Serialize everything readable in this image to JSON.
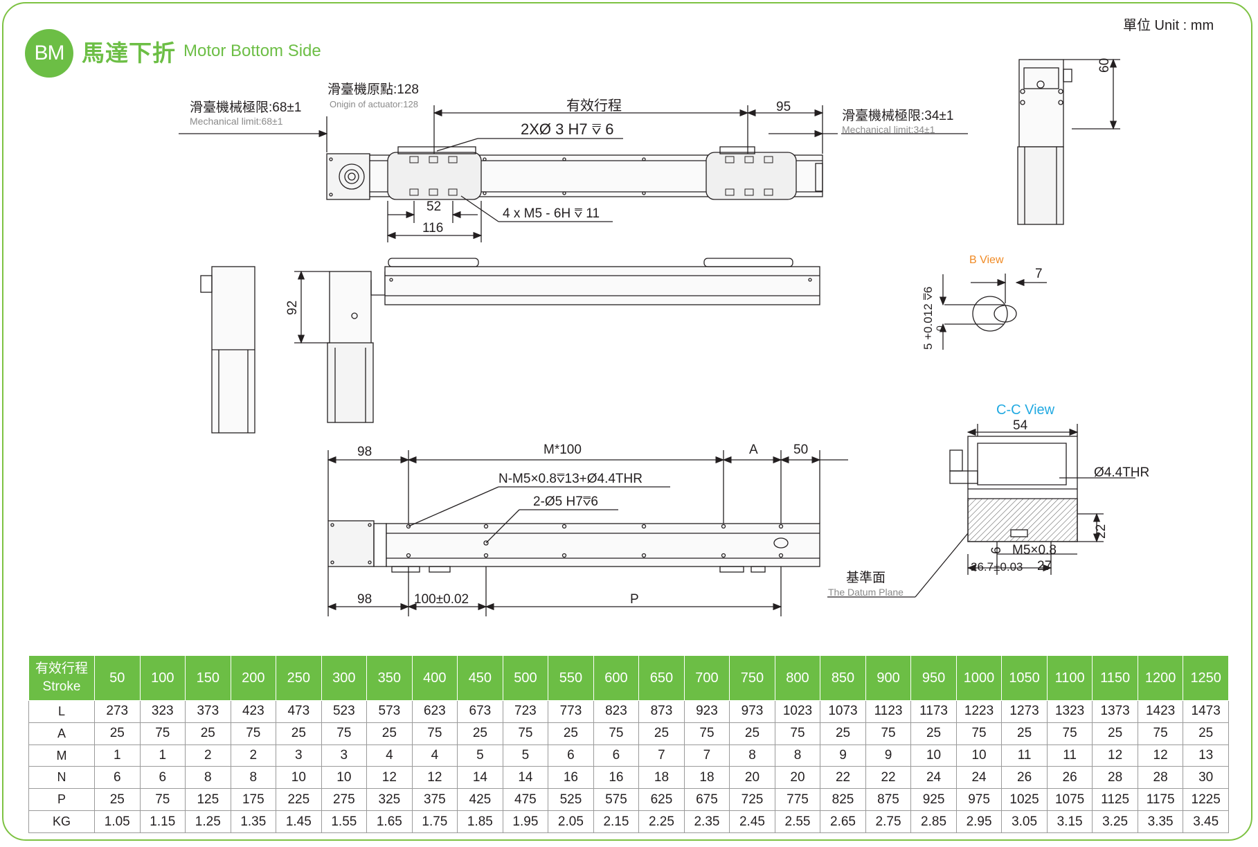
{
  "header": {
    "badge": "BM",
    "title_cn": "馬達下折",
    "title_en": "Motor Bottom Side",
    "unit": "單位 Unit : mm"
  },
  "top_view": {
    "origin_label": "滑臺機原點:128",
    "origin_sub": "Onigin of actuator:128",
    "limit_left": "滑臺機械極限:68±1",
    "limit_left_sub": "Mechanical limit:68±1",
    "limit_right": "滑臺機械極限:34±1",
    "limit_right_sub": "Mechanical limit:34±1",
    "stroke_label": "有效行程",
    "dim_95": "95",
    "hole_note": "2XØ 3 H7 ⩢ 6",
    "thread_note": "4 x M5 - 6H ⩢ 11",
    "dim_52": "52",
    "dim_116": "116",
    "dim_60": "60"
  },
  "side_view": {
    "dim_92": "92"
  },
  "b_view": {
    "title": "B View",
    "dim_7": "7",
    "dim_slot": "5 +0.012 ⩢6",
    "dim_slot_low": "0"
  },
  "cc_view": {
    "title": "C-C View",
    "dim_54": "54",
    "thr": "Ø4.4THR",
    "dim_22": "22",
    "dim_6": "6",
    "thread": "M5×0.8",
    "dim_267": "26.7±0.03",
    "dim_27": "27"
  },
  "bottom_view": {
    "dim_98_top": "98",
    "dim_m100": "M*100",
    "dim_a": "A",
    "dim_50": "50",
    "note_n": "N-M5×0.8⩢13+Ø4.4THR",
    "note_2": "2-Ø5 H7⩢6",
    "dim_98_bottom": "98",
    "dim_100": "100±0.02",
    "dim_p": "P",
    "datum_cn": "基準面",
    "datum_en": "The Datum Plane"
  },
  "table": {
    "header_cn": "有效行程",
    "header_en": "Stroke",
    "strokes": [
      "50",
      "100",
      "150",
      "200",
      "250",
      "300",
      "350",
      "400",
      "450",
      "500",
      "550",
      "600",
      "650",
      "700",
      "750",
      "800",
      "850",
      "900",
      "950",
      "1000",
      "1050",
      "1100",
      "1150",
      "1200",
      "1250"
    ],
    "rows": [
      {
        "label": "L",
        "values": [
          "273",
          "323",
          "373",
          "423",
          "473",
          "523",
          "573",
          "623",
          "673",
          "723",
          "773",
          "823",
          "873",
          "923",
          "973",
          "1023",
          "1073",
          "1123",
          "1173",
          "1223",
          "1273",
          "1323",
          "1373",
          "1423",
          "1473"
        ]
      },
      {
        "label": "A",
        "values": [
          "25",
          "75",
          "25",
          "75",
          "25",
          "75",
          "25",
          "75",
          "25",
          "75",
          "25",
          "75",
          "25",
          "75",
          "25",
          "75",
          "25",
          "75",
          "25",
          "75",
          "25",
          "75",
          "25",
          "75",
          "25"
        ]
      },
      {
        "label": "M",
        "values": [
          "1",
          "1",
          "2",
          "2",
          "3",
          "3",
          "4",
          "4",
          "5",
          "5",
          "6",
          "6",
          "7",
          "7",
          "8",
          "8",
          "9",
          "9",
          "10",
          "10",
          "11",
          "11",
          "12",
          "12",
          "13"
        ]
      },
      {
        "label": "N",
        "values": [
          "6",
          "6",
          "8",
          "8",
          "10",
          "10",
          "12",
          "12",
          "14",
          "14",
          "16",
          "16",
          "18",
          "18",
          "20",
          "20",
          "22",
          "22",
          "24",
          "24",
          "26",
          "26",
          "28",
          "28",
          "30"
        ]
      },
      {
        "label": "P",
        "values": [
          "25",
          "75",
          "125",
          "175",
          "225",
          "275",
          "325",
          "375",
          "425",
          "475",
          "525",
          "575",
          "625",
          "675",
          "725",
          "775",
          "825",
          "875",
          "925",
          "975",
          "1025",
          "1075",
          "1125",
          "1175",
          "1225"
        ]
      },
      {
        "label": "KG",
        "values": [
          "1.05",
          "1.15",
          "1.25",
          "1.35",
          "1.45",
          "1.55",
          "1.65",
          "1.75",
          "1.85",
          "1.95",
          "2.05",
          "2.15",
          "2.25",
          "2.35",
          "2.45",
          "2.55",
          "2.65",
          "2.75",
          "2.85",
          "2.95",
          "3.05",
          "3.15",
          "3.25",
          "3.35",
          "3.45"
        ]
      }
    ]
  }
}
